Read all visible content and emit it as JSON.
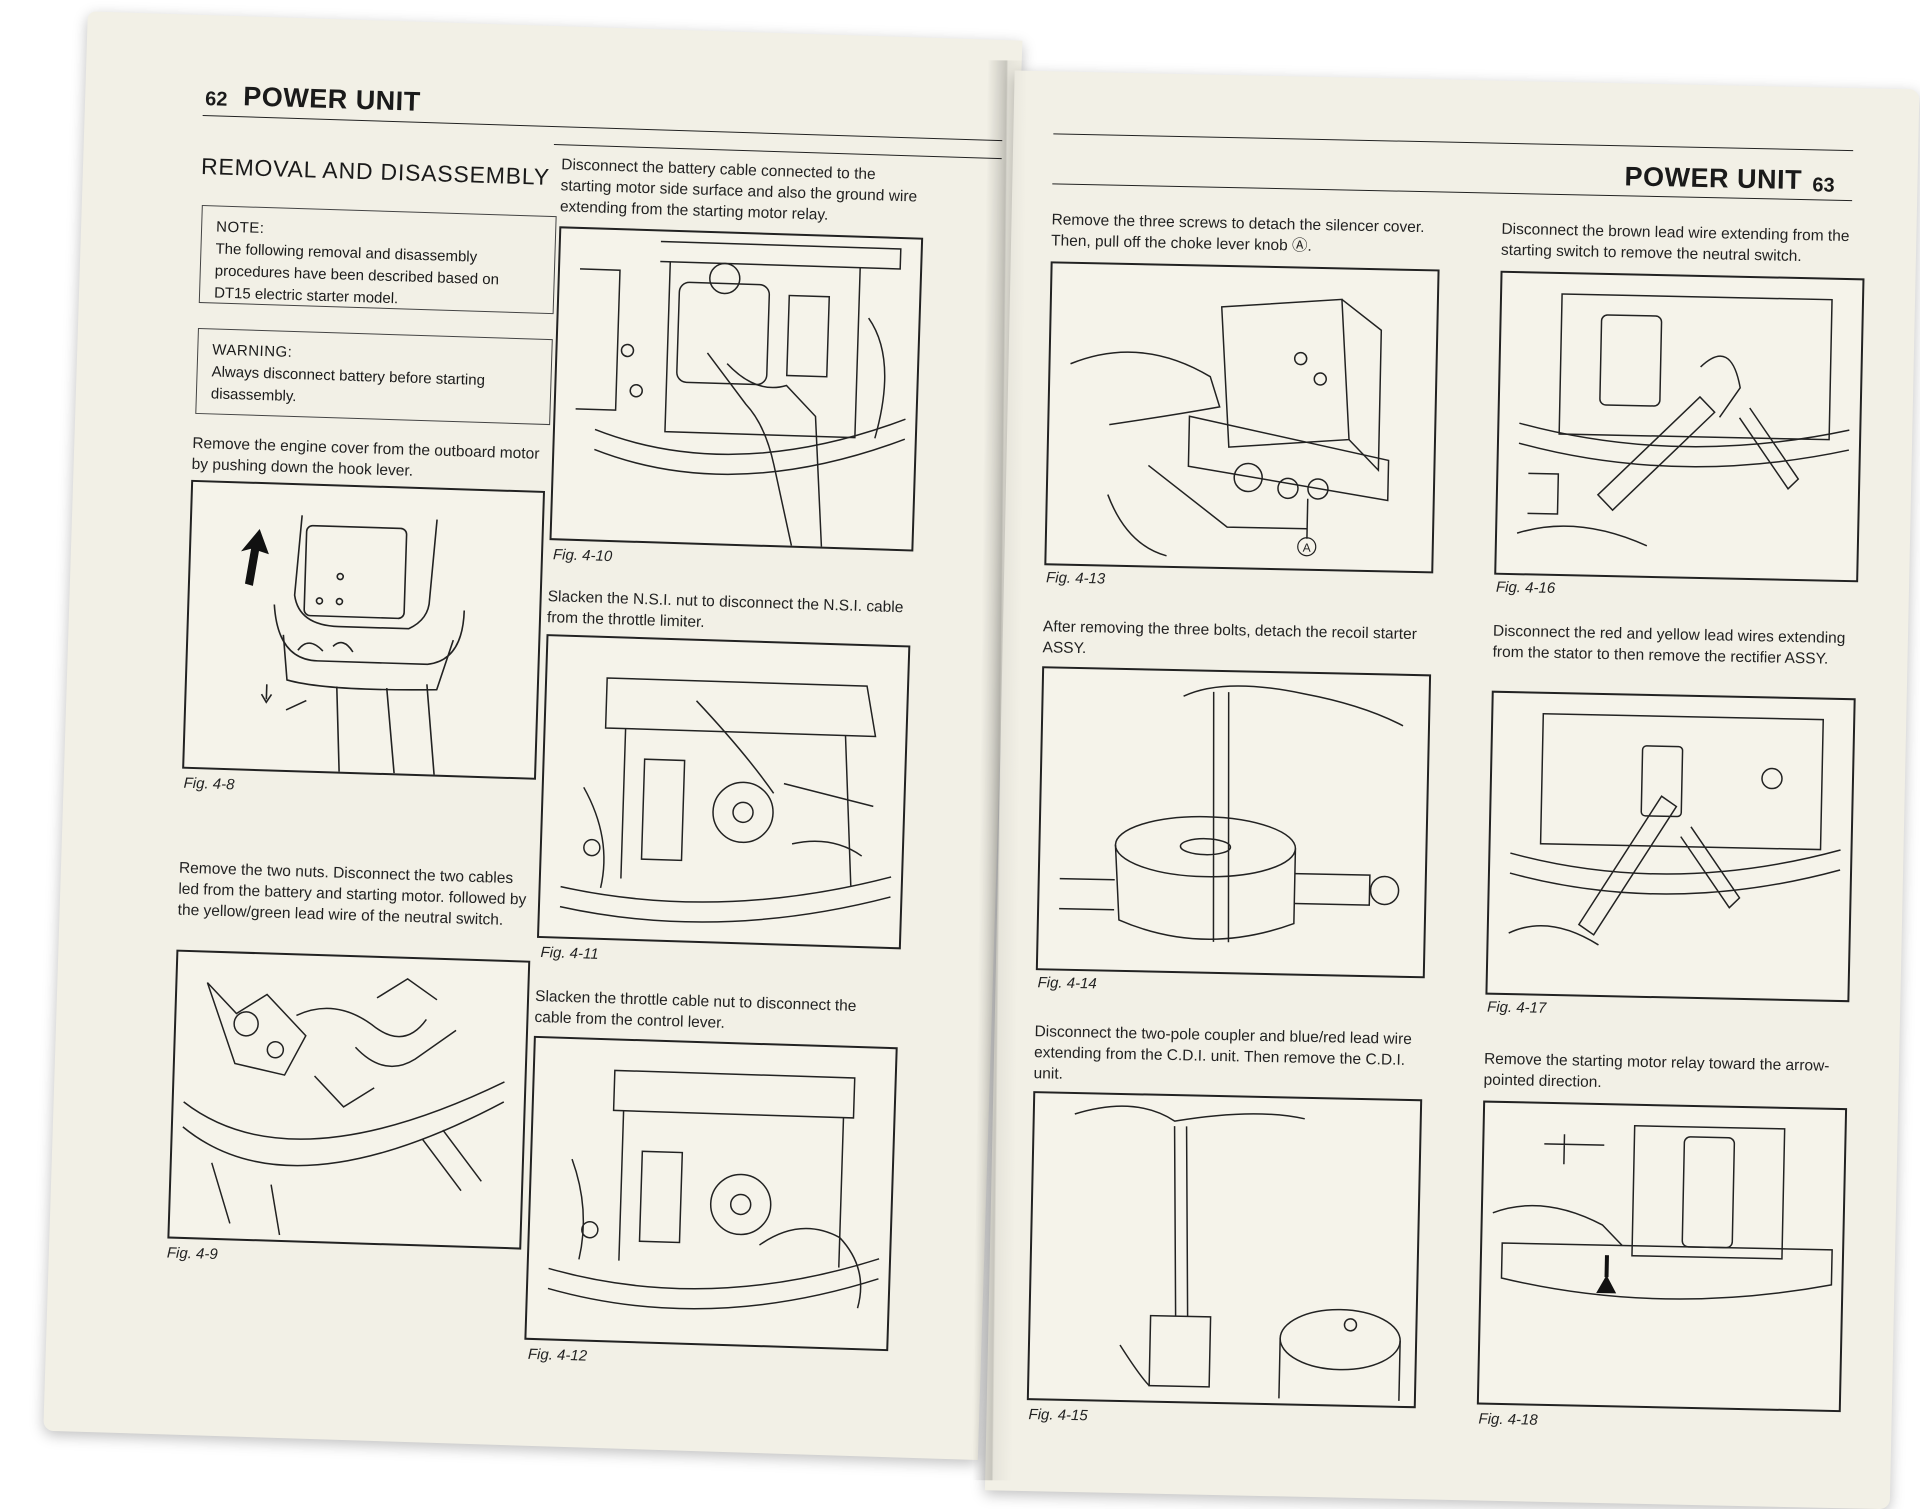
{
  "left_page": {
    "page_number": "62",
    "header_title": "POWER UNIT",
    "section_title": "REMOVAL AND DISASSEMBLY",
    "note": {
      "heading": "NOTE:",
      "body": "The following removal and disassembly procedures have been described based on DT15 electric starter model."
    },
    "warning": {
      "heading": "WARNING:",
      "body": "Always disconnect battery before starting disassembly."
    },
    "steps": [
      {
        "caption": "Remove the engine cover from the outboard motor by pushing down the hook lever.",
        "figure": "Fig. 4-8"
      },
      {
        "caption": "Remove the two nuts. Disconnect the two cables led from the battery and starting motor. followed by the yellow/green lead wire of the neutral switch.",
        "figure": "Fig. 4-9"
      },
      {
        "caption": "Disconnect the battery cable connected to the starting motor side surface and also the ground wire extending from the starting motor relay.",
        "figure": "Fig. 4-10"
      },
      {
        "caption": "Slacken the N.S.I. nut to disconnect the N.S.I. cable from the throttle limiter.",
        "figure": "Fig. 4-11"
      },
      {
        "caption": "Slacken the throttle cable nut to disconnect the cable from the control lever.",
        "figure": "Fig. 4-12"
      }
    ]
  },
  "right_page": {
    "page_number": "63",
    "header_title": "POWER UNIT",
    "steps": [
      {
        "caption": "Remove the three screws to detach the silencer cover. Then, pull off the choke lever knob Ⓐ.",
        "figure": "Fig. 4-13",
        "marker": "Ⓐ"
      },
      {
        "caption": "After removing the three bolts, detach the recoil starter ASSY.",
        "figure": "Fig. 4-14"
      },
      {
        "caption": "Disconnect the two-pole coupler and blue/red lead wire extending from the C.D.I. unit. Then remove the C.D.I. unit.",
        "figure": "Fig. 4-15"
      },
      {
        "caption": "Disconnect the brown lead wire extending from the starting switch to remove the neutral switch.",
        "figure": "Fig. 4-16"
      },
      {
        "caption": "Disconnect the red and yellow lead wires extending from the stator to then remove the rectifier ASSY.",
        "figure": "Fig. 4-17"
      },
      {
        "caption": "Remove the starting motor relay toward the arrow-pointed direction.",
        "figure": "Fig. 4-18"
      }
    ]
  }
}
